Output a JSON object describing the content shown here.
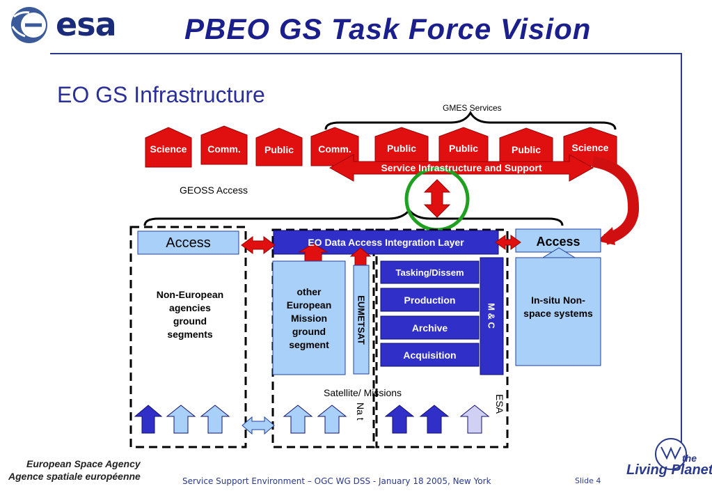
{
  "header": {
    "logo_text": "esa",
    "title": "PBEO  GS  Task  Force  Vision",
    "subtitle": "EO GS Infrastructure"
  },
  "diagram": {
    "gmes_services": "GMES Services",
    "geoss_access": "GEOSS Access",
    "service_infra": "Service Infrastructure and Support",
    "houses": [
      "Science",
      "Comm.",
      "Public",
      "Comm.",
      "Public",
      "Public",
      "Public",
      "Science"
    ],
    "access_left": "Access",
    "access_right": "Access",
    "eo_layer": "EO Data Access Integration Layer",
    "non_european": "Non-European agencies ground segments",
    "other_european": "other European Mission ground segment",
    "eumetsat": "EUMETSAT",
    "tasking": "Tasking/Dissem",
    "production": "Production",
    "archive": "Archive",
    "acquisition": "Acquisition",
    "m_and_c": "M & C",
    "in_situ": "In-situ Non-space systems",
    "satellite_missions": "Satellite/ Missions",
    "nat": "Na t",
    "esa_vertical": "ESA"
  },
  "footer": {
    "agency_en": "European Space Agency",
    "agency_fr": "Agence spatiale européenne",
    "caption": "Service Support Environment – OGC WG DSS - January 18 2005, New York",
    "slide": "Slide 4",
    "living_planet_the": "the",
    "living_planet": "Living Planet"
  },
  "colors": {
    "title_blue": "#1a1f8c",
    "house_red": "#e01010",
    "dark_blue": "#3030c8",
    "light_blue": "#a8d0f8",
    "green_circle": "#20a020"
  }
}
